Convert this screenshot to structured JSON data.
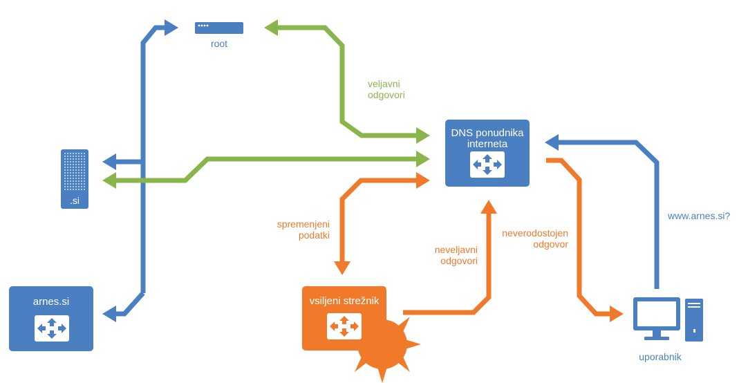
{
  "colors": {
    "blue": "#4a7fc1",
    "green": "#8ab54b",
    "orange": "#f07a2a"
  },
  "nodes": {
    "root": {
      "label": "root"
    },
    "si": {
      "label": ".si"
    },
    "arnes": {
      "label": "arnes.si"
    },
    "dns": {
      "label_line1": "DNS ponudnika",
      "label_line2": "interneta"
    },
    "attacker": {
      "label": "vsiljeni strežnik"
    },
    "user": {
      "label": "uporabnik"
    }
  },
  "edge_labels": {
    "valid_answers": {
      "line1": "veljavni",
      "line2": "odgovori"
    },
    "modified_data": {
      "line1": "spremenjeni",
      "line2": "podatki"
    },
    "invalid_answers": {
      "line1": "neveljavni",
      "line2": "odgovori"
    },
    "untrusted_answer": {
      "line1": "neverodostojen",
      "line2": "odgovor"
    },
    "query": {
      "text": "www.arnes.si?"
    }
  },
  "icons": [
    "server-rack-icon",
    "server-tower-icon",
    "router-icon",
    "desktop-computer-icon",
    "spiky-ball-icon",
    "arrow-icon"
  ]
}
